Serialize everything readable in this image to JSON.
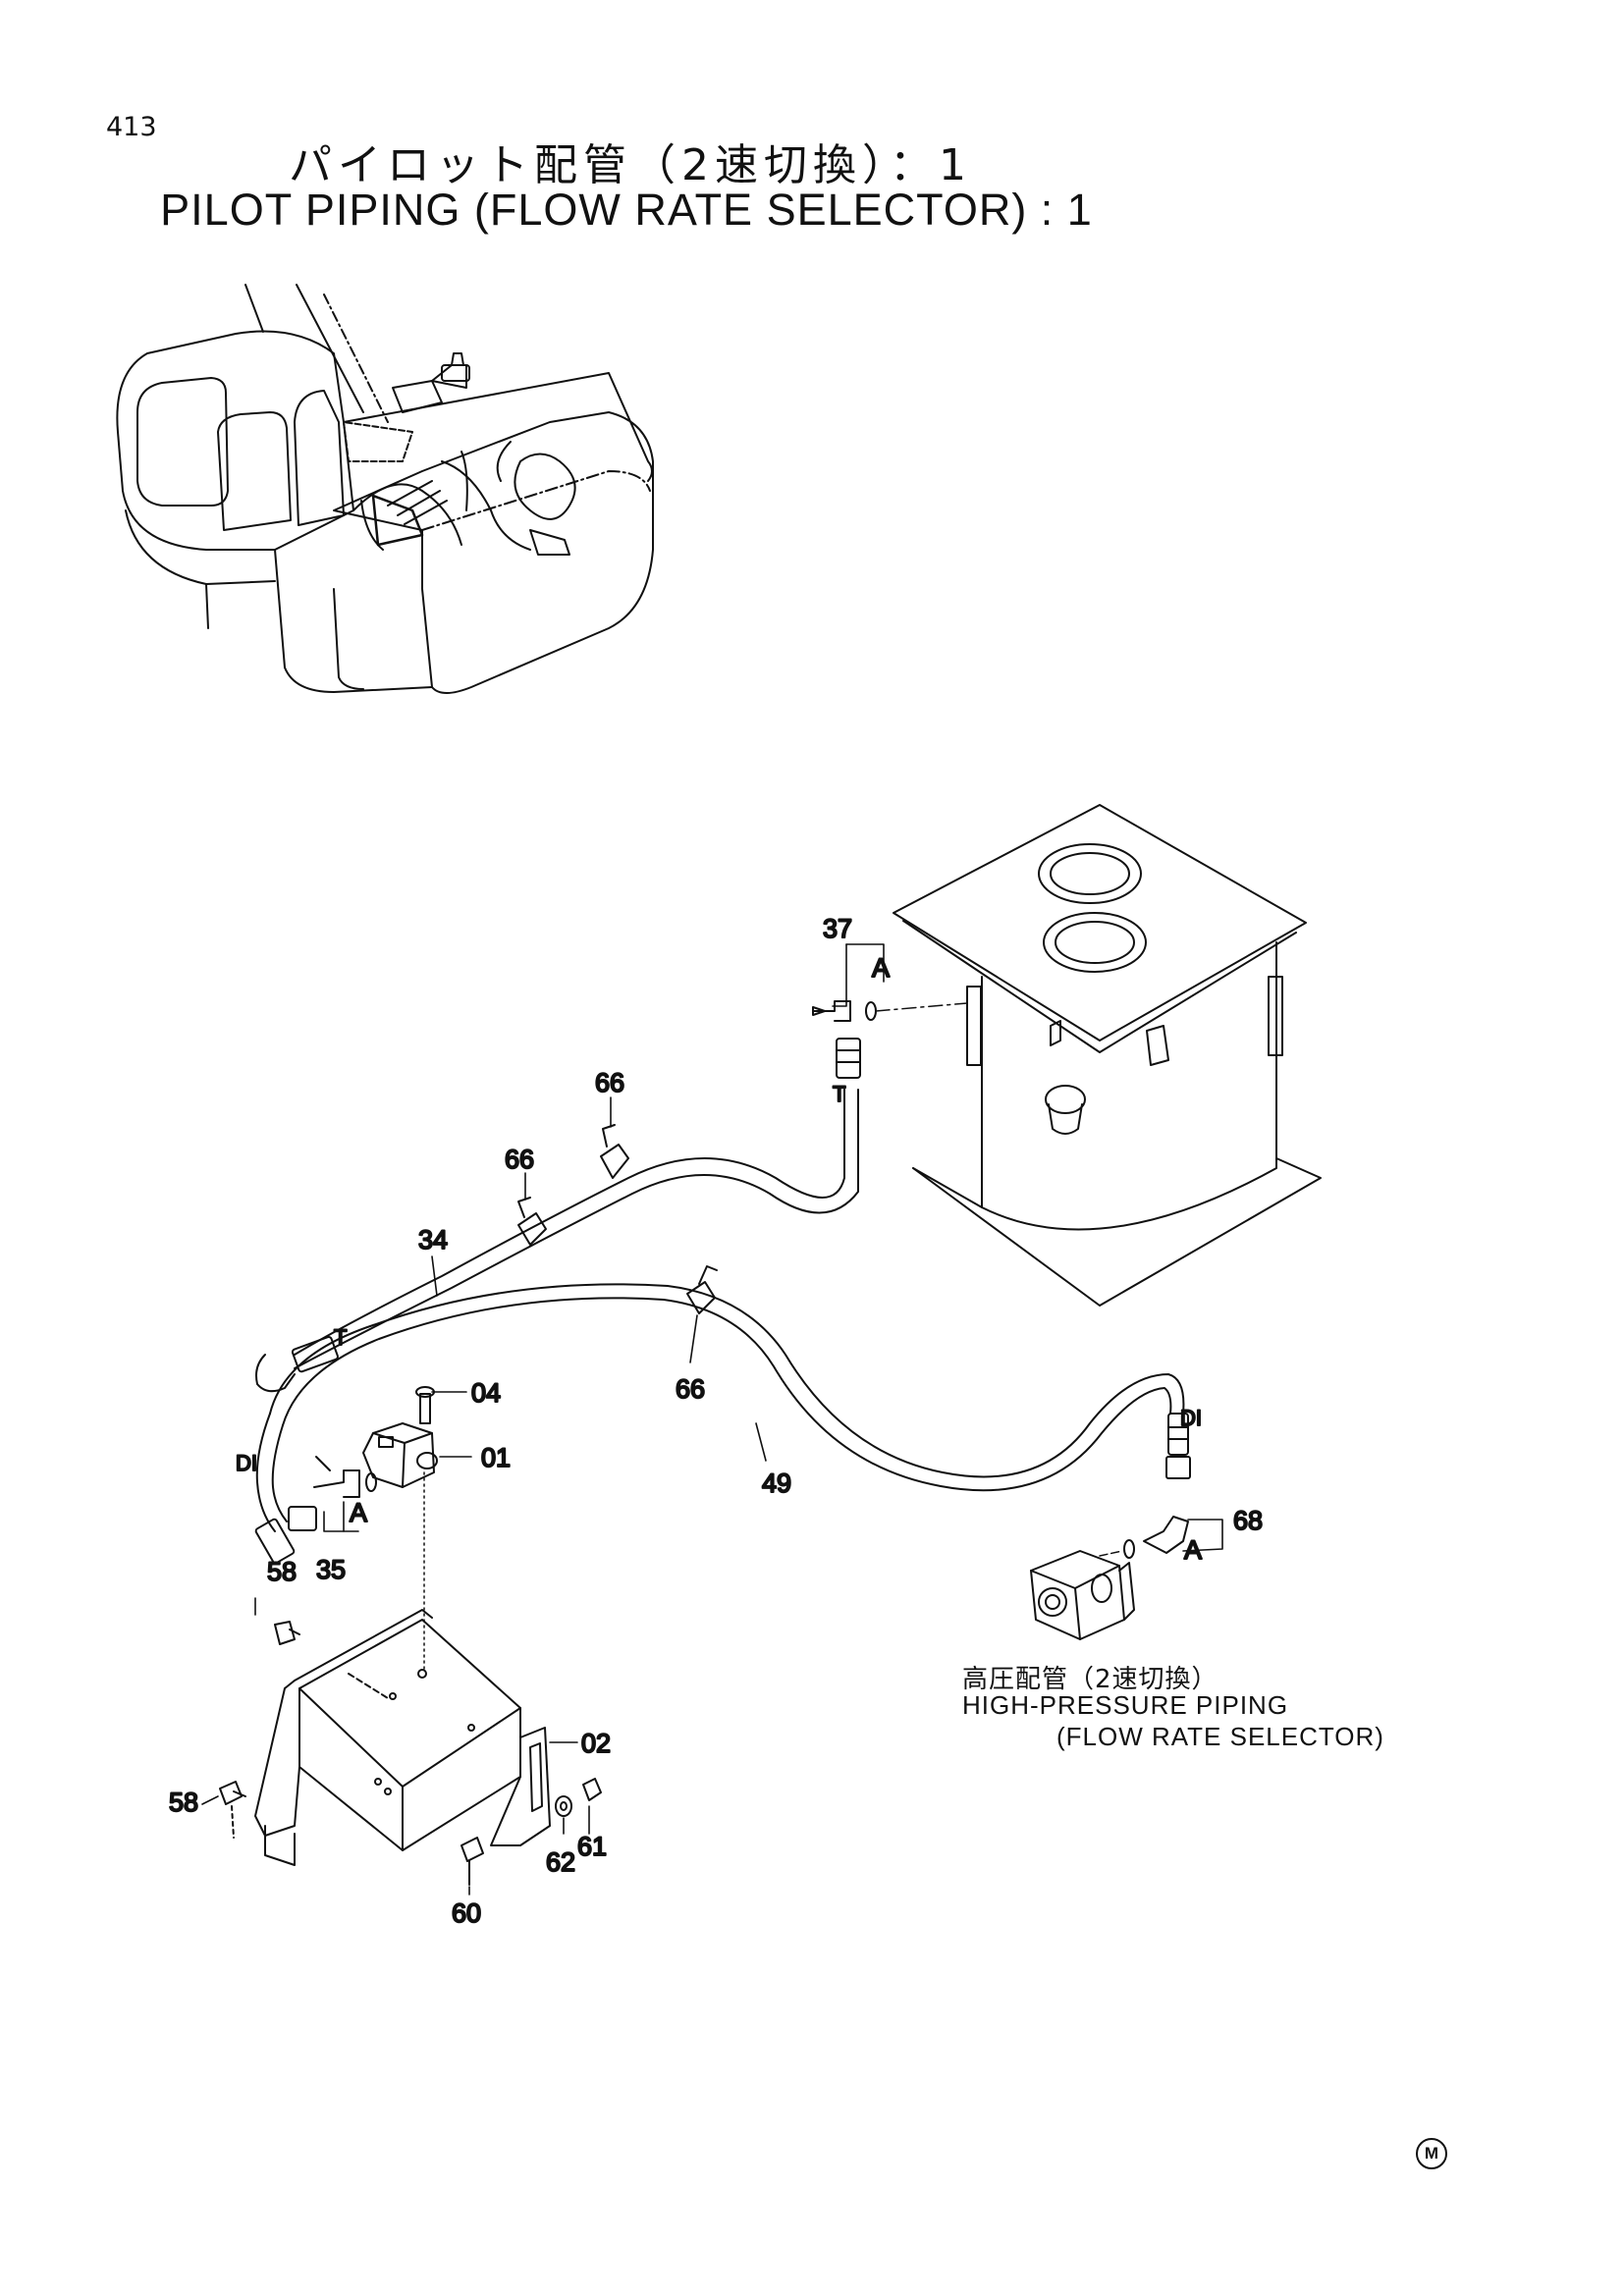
{
  "page_number": "413",
  "title_ja": "パイロット配管（2速切換）：1",
  "title_en": "PILOT PIPING (FLOW RATE SELECTOR) : 1",
  "callouts": {
    "p37": "37",
    "a_top": "A",
    "t_top": "T",
    "p66a": "66",
    "p66b": "66",
    "p34": "34",
    "t_left": "T",
    "p66c": "66",
    "p04": "04",
    "p01": "01",
    "di_left": "DI",
    "a_left": "A",
    "p35": "35",
    "p49": "49",
    "di_right": "DI",
    "p68": "68",
    "a_right": "A",
    "p58a": "58",
    "p02": "02",
    "p58b": "58",
    "p61": "61",
    "p62": "62",
    "p60": "60"
  },
  "note_ja": "高圧配管（2速切換）",
  "note_en_line1": "HIGH-PRESSURE PIPING",
  "note_en_line2": "(FLOW RATE SELECTOR)",
  "corner_mark": "M"
}
